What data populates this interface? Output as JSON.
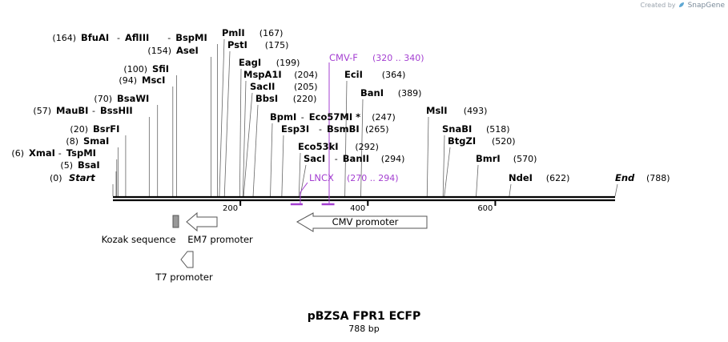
{
  "header": {
    "credit_prefix": "Created by",
    "credit_brand": "SnapGene"
  },
  "plasmid": {
    "name": "pBZSA FPR1 ECFP",
    "size_label": "788 bp",
    "length": 788
  },
  "colors": {
    "primer": "#a43fd1",
    "backbone": "#000000",
    "feature_stroke": "#555555",
    "kozak_fill": "#999999"
  },
  "ruler_ticks": [
    {
      "pos": 200,
      "label": "200"
    },
    {
      "pos": 400,
      "label": "400"
    },
    {
      "pos": 600,
      "label": "600"
    }
  ],
  "sites": [
    {
      "id": "start",
      "name": "Start",
      "pos": 0,
      "pos_label": "(0)",
      "italic": true
    },
    {
      "id": "bsai",
      "name": "BsaI",
      "pos": 5,
      "pos_label": "(5)"
    },
    {
      "id": "xmai-tspmi",
      "name": "XmaI",
      "name2": "TspMI",
      "pos": 6,
      "pos_label": "(6)"
    },
    {
      "id": "smai",
      "name": "SmaI",
      "pos": 8,
      "pos_label": "(8)"
    },
    {
      "id": "bsrfi",
      "name": "BsrFI",
      "pos": 20,
      "pos_label": "(20)"
    },
    {
      "id": "maubi-bsshii",
      "name": "MauBI",
      "name2": "BssHII",
      "pos": 57,
      "pos_label": "(57)"
    },
    {
      "id": "bsawi",
      "name": "BsaWI",
      "pos": 70,
      "pos_label": "(70)"
    },
    {
      "id": "msci",
      "name": "MscI",
      "pos": 94,
      "pos_label": "(94)"
    },
    {
      "id": "sfii",
      "name": "SfiI",
      "pos": 100,
      "pos_label": "(100)"
    },
    {
      "id": "asei",
      "name": "AseI",
      "pos": 154,
      "pos_label": "(154)"
    },
    {
      "id": "bfuai-afliii-bspmi",
      "name": "BfuAI",
      "name2": "AflIII",
      "name3": "BspMI",
      "pos": 164,
      "pos_label": "(164)"
    },
    {
      "id": "pmli",
      "name": "PmlI",
      "pos": 167,
      "pos_label": "(167)"
    },
    {
      "id": "psti",
      "name": "PstI",
      "pos": 175,
      "pos_label": "(175)"
    },
    {
      "id": "eagi",
      "name": "EagI",
      "pos": 199,
      "pos_label": "(199)"
    },
    {
      "id": "mspa1i",
      "name": "MspA1I",
      "pos": 204,
      "pos_label": "(204)"
    },
    {
      "id": "sacii",
      "name": "SacII",
      "pos": 205,
      "pos_label": "(205)"
    },
    {
      "id": "bbsi",
      "name": "BbsI",
      "pos": 220,
      "pos_label": "(220)"
    },
    {
      "id": "bpmi-eco57mi",
      "name": "BpmI",
      "name2": "Eco57MI *",
      "pos": 247,
      "pos_label": "(247)"
    },
    {
      "id": "esp3i-bsmbi",
      "name": "Esp3I",
      "name2": "BsmBI",
      "pos": 265,
      "pos_label": "(265)"
    },
    {
      "id": "eco53ki",
      "name": "Eco53kI",
      "pos": 292,
      "pos_label": "(292)"
    },
    {
      "id": "saci-banii",
      "name": "SacI",
      "name2": "BanII",
      "pos": 294,
      "pos_label": "(294)"
    },
    {
      "id": "ecii",
      "name": "EciI",
      "pos": 364,
      "pos_label": "(364)"
    },
    {
      "id": "bani",
      "name": "BanI",
      "pos": 389,
      "pos_label": "(389)"
    },
    {
      "id": "msli",
      "name": "MslI",
      "pos": 493,
      "pos_label": "(493)"
    },
    {
      "id": "snabi",
      "name": "SnaBI",
      "pos": 518,
      "pos_label": "(518)"
    },
    {
      "id": "btgzi",
      "name": "BtgZI",
      "pos": 520,
      "pos_label": "(520)"
    },
    {
      "id": "bmri",
      "name": "BmrI",
      "pos": 570,
      "pos_label": "(570)"
    },
    {
      "id": "ndei",
      "name": "NdeI",
      "pos": 622,
      "pos_label": "(622)"
    },
    {
      "id": "end",
      "name": "End",
      "pos": 788,
      "pos_label": "(788)",
      "italic": true
    }
  ],
  "primers": [
    {
      "id": "cmv-f",
      "name": "CMV-F",
      "range_label": "(320 .. 340)",
      "start": 320,
      "end": 340
    },
    {
      "id": "lncx",
      "name": "LNCX",
      "range_label": "(270 .. 294)",
      "start": 270,
      "end": 294
    }
  ],
  "features": [
    {
      "id": "kozak",
      "name": "Kozak sequence"
    },
    {
      "id": "em7",
      "name": "EM7 promoter"
    },
    {
      "id": "t7",
      "name": "T7 promoter"
    },
    {
      "id": "cmv",
      "name": "CMV promoter"
    }
  ]
}
